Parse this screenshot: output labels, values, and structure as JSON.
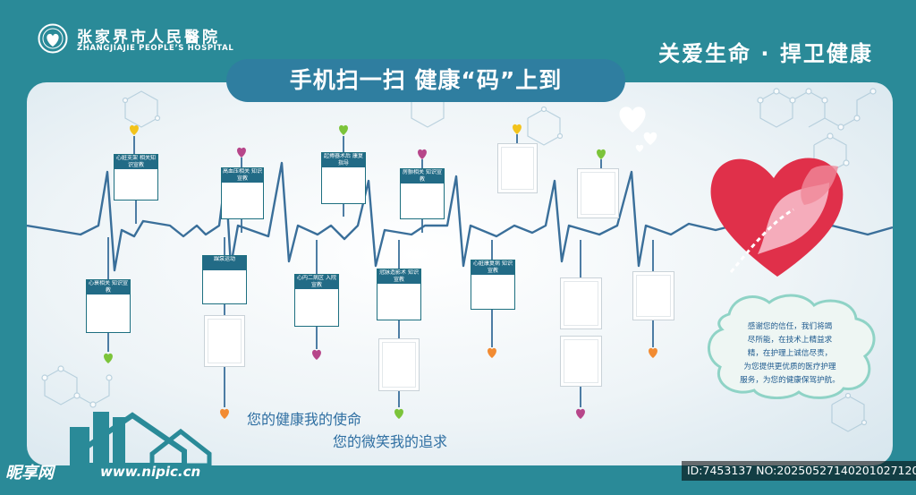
{
  "header": {
    "hospital_cn": "张家界市人民醫院",
    "hospital_en": "ZHANGJIAJIE PEOPLE’S HOSPITAL",
    "slogan": "关爱生命 · 捍卫健康"
  },
  "banner": {
    "title": "手机扫一扫   健康“码”上到"
  },
  "cards": [
    {
      "id": "c1",
      "label": "心脏支架 相关知识宣教"
    },
    {
      "id": "c2",
      "label": "高血压相关 知识宣教"
    },
    {
      "id": "c3",
      "label": "起搏器术后 康复指导"
    },
    {
      "id": "c4",
      "label": "房颤相关 知识宣教"
    },
    {
      "id": "c5",
      "label": "心衰相关 知识宣教"
    },
    {
      "id": "c6",
      "label": "踝泵运动"
    },
    {
      "id": "c7",
      "label": "心内二病区 入院宣教"
    },
    {
      "id": "c8",
      "label": "冠脉造影术 知识宣教"
    },
    {
      "id": "c9",
      "label": "心脏康复病 知识宣教"
    }
  ],
  "motto": {
    "line1": "您的健康我的使命",
    "line2": "您的微笑我的追求"
  },
  "cloud": {
    "lines": [
      "感谢您的信任，我们将竭",
      "尽所能，在技术上精益求",
      "精，在护理上诚信尽责，",
      "为您提供更优质的医疗护理",
      "服务，为您的健康保驾护航。"
    ]
  },
  "watermark": {
    "site": "昵享网",
    "url": "www.nipic.cn",
    "id": "ID:7453137 NO:20250527140201027120"
  },
  "colors": {
    "background": "#2a8a98",
    "banner": "#2f7ea0",
    "ecg": "#3a6f9a",
    "heart_red": "#e0304a",
    "dot_yellow": "#f2c31c",
    "dot_purple": "#b7468a",
    "dot_green": "#7cc43a",
    "dot_orange": "#f28b32"
  }
}
